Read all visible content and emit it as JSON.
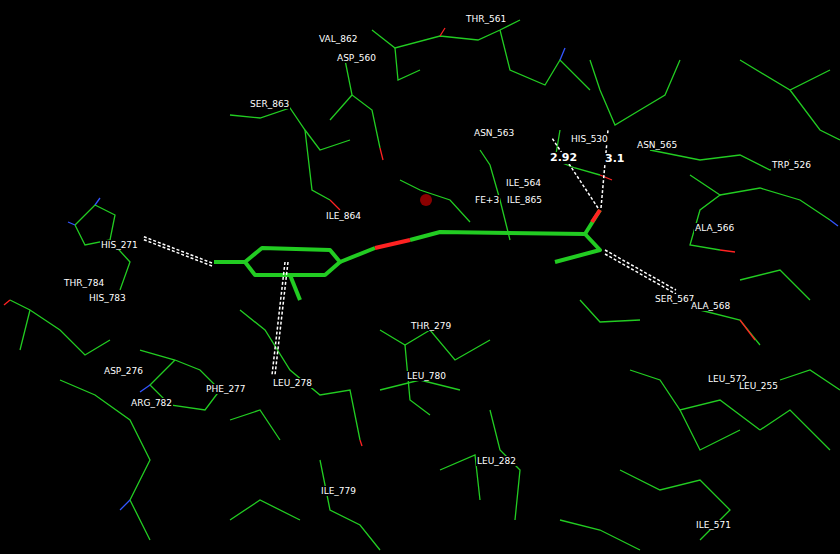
{
  "diagram": {
    "labels": [
      "THR_561",
      "VAL_862",
      "ASP_560",
      "SER_863",
      "ASN_563",
      "HIS_530",
      "ASN_565",
      "2.92",
      "3.1",
      "TRP_526",
      "ILE_564",
      "FE+3",
      "ILE_865",
      "ILE_864",
      "HIS_271",
      "ALA_566",
      "THR_784",
      "HIS_783",
      "SER_567",
      "ALA_568",
      "THR_279",
      "LEU_780",
      "ASP_276",
      "LEU_278",
      "PHE_277",
      "ARG_782",
      "LEU_572",
      "LEU_255",
      "LEU_282",
      "ILE_779",
      "ILE_571"
    ]
  }
}
